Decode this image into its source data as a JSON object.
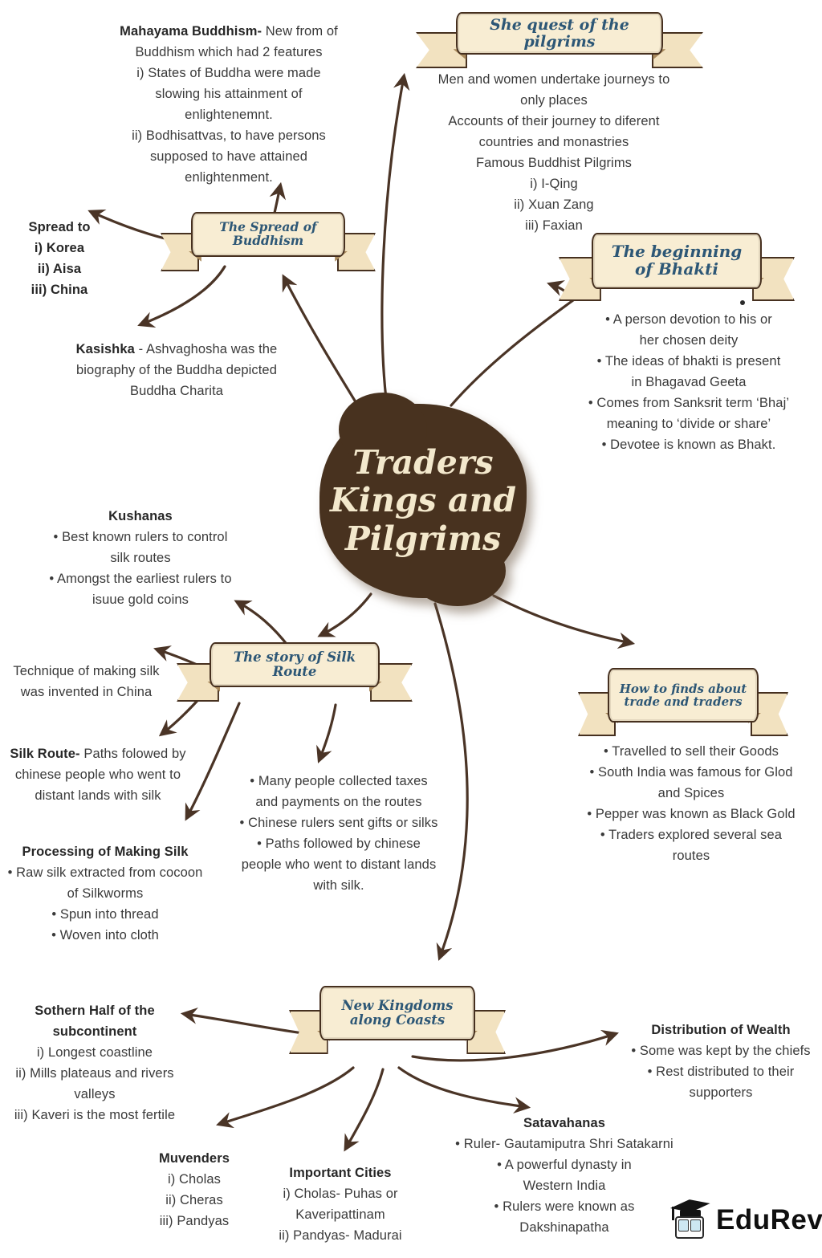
{
  "palette": {
    "banner_fill": "#f8edd3",
    "banner_outline": "#46301f",
    "banner_title_blue": "#2d5776",
    "arrow_ink": "#4a3426",
    "center_bg": "#48321f",
    "center_text": "#f3e8cc",
    "body_text": "#3a3a3a"
  },
  "center": {
    "title": "Traders\nKings and\nPilgrims"
  },
  "banners": {
    "pilgrims": {
      "title": "She quest of the pilgrims"
    },
    "spread": {
      "title": "The Spread of Buddhism"
    },
    "bhakti": {
      "title": "The beginning\nof Bhakti"
    },
    "silk": {
      "title": "The story of Silk Route"
    },
    "trade": {
      "title": "How to finds about\ntrade and traders"
    },
    "kingdoms": {
      "title": "New Kingdoms\nalong Coasts"
    }
  },
  "notes": {
    "mahayama": {
      "lead": "Mahayama Buddhism-",
      "body": " New from of\nBuddhism which had 2 features\ni) States of Buddha were made\nslowing his attainment of\nenlightenemnt.\nii) Bodhisattvas, to have persons\nsupposed to have attained\nenlightenment."
    },
    "pilgrims_body": {
      "body": "Men and women undertake journeys to\nonly places\nAccounts of their journey to diferent\ncountries and monastries\nFamous Buddhist Pilgrims\ni) I-Qing\nii) Xuan Zang\niii) Faxian"
    },
    "spread_to": {
      "heading": "Spread to\ni) Korea\nii) Aisa\niii) China"
    },
    "kasishka": {
      "lead": "Kasishka",
      "body": " - Ashvaghosha was the\nbiography of the Buddha depicted\nBuddha Charita"
    },
    "bhakti_body": {
      "body": "• A person devotion to his or\nher chosen deity\n• The ideas of bhakti is present\nin Bhagavad Geeta\n• Comes from Sanksrit term ‘Bhaj’\nmeaning to ‘divide or share’\n• Devotee is known as Bhakt."
    },
    "kushanas": {
      "heading": "Kushanas",
      "body": "• Best known rulers to control\nsilk routes\n• Amongst the earliest rulers to\nisuue gold coins"
    },
    "technique": {
      "body": "Technique of making silk\nwas invented in China"
    },
    "silk_def": {
      "lead": "Silk Route-",
      "body": " Paths folowed by\nchinese people who went to\ndistant lands with silk"
    },
    "processing": {
      "heading": "Processing of Making Silk",
      "body": "• Raw silk extracted from cocoon\nof Silkworms\n• Spun into thread\n• Woven into cloth"
    },
    "taxes": {
      "body": "• Many people collected taxes\nand payments on the routes\n• Chinese rulers sent gifts or silks\n• Paths followed by chinese\npeople who went to distant lands\nwith silk."
    },
    "trade_body": {
      "body": "• Travelled to sell their Goods\n• South India was famous for Glod\nand Spices\n• Pepper was known as Black Gold\n• Traders explored several sea\nroutes"
    },
    "southern": {
      "heading": "Sothern Half of the\nsubcontinent",
      "body": "i) Longest coastline\nii) Mills plateaus and rivers\nvalleys\niii) Kaveri is the most fertile"
    },
    "distribution": {
      "heading": "Distribution of Wealth",
      "body": "• Some was kept by the chiefs\n• Rest distributed to their\nsupporters"
    },
    "satavahanas": {
      "heading": "Satavahanas",
      "body": "• Ruler- Gautamiputra Shri Satakarni\n• A powerful dynasty in\nWestern India\n• Rulers were known as\nDakshinapatha"
    },
    "muvenders": {
      "heading": "Muvenders",
      "body": "i) Cholas\nii) Cheras\niii) Pandyas"
    },
    "cities": {
      "heading": "Important Cities",
      "body": "i) Cholas- Puhas or\nKaveripattinam\nii) Pandyas- Madurai"
    }
  },
  "logo": {
    "brand": "EduRev"
  }
}
